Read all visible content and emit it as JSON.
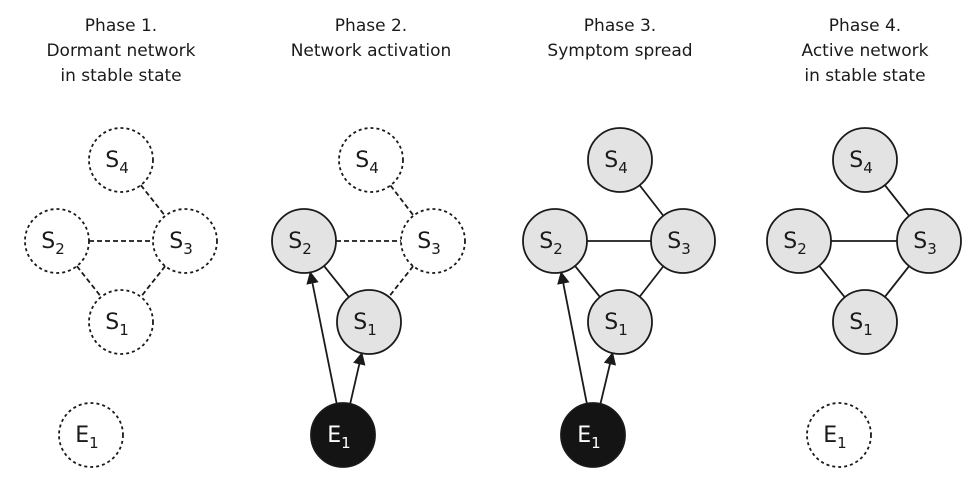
{
  "phases": [
    {
      "title_lines": [
        "Phase 1.",
        "Dormant network",
        "in stable state"
      ],
      "node_labels": {
        "S4": "S",
        "S4_sub": "4",
        "S2": "S",
        "S2_sub": "2",
        "S3": "S",
        "S3_sub": "3",
        "S1": "S",
        "S1_sub": "1",
        "E1": "E",
        "E1_sub": "1"
      },
      "node_states": {
        "S1": "dormant",
        "S2": "dormant",
        "S3": "dormant",
        "S4": "dormant",
        "E1": "dormant"
      },
      "edges": [
        {
          "from": "S2",
          "to": "S3",
          "style": "dashed"
        },
        {
          "from": "S4",
          "to": "S3",
          "style": "dashed"
        },
        {
          "from": "S2",
          "to": "S1",
          "style": "dashed"
        },
        {
          "from": "S3",
          "to": "S1",
          "style": "dashed"
        }
      ]
    },
    {
      "title_lines": [
        "Phase 2.",
        "Network activation"
      ],
      "node_labels": {
        "S4": "S",
        "S4_sub": "4",
        "S2": "S",
        "S2_sub": "2",
        "S3": "S",
        "S3_sub": "3",
        "S1": "S",
        "S1_sub": "1",
        "E1": "E",
        "E1_sub": "1"
      },
      "node_states": {
        "S1": "active",
        "S2": "active",
        "S3": "dormant",
        "S4": "dormant",
        "E1": "external"
      },
      "edges": [
        {
          "from": "S2",
          "to": "S3",
          "style": "dashed"
        },
        {
          "from": "S4",
          "to": "S3",
          "style": "dashed"
        },
        {
          "from": "S2",
          "to": "S1",
          "style": "solid"
        },
        {
          "from": "S3",
          "to": "S1",
          "style": "dashed"
        },
        {
          "from": "E1",
          "to": "S2",
          "style": "arrow"
        },
        {
          "from": "E1",
          "to": "S1",
          "style": "arrow"
        }
      ]
    },
    {
      "title_lines": [
        "Phase 3.",
        "Symptom spread"
      ],
      "node_labels": {
        "S4": "S",
        "S4_sub": "4",
        "S2": "S",
        "S2_sub": "2",
        "S3": "S",
        "S3_sub": "3",
        "S1": "S",
        "S1_sub": "1",
        "E1": "E",
        "E1_sub": "1"
      },
      "node_states": {
        "S1": "active",
        "S2": "active",
        "S3": "active",
        "S4": "active",
        "E1": "external"
      },
      "edges": [
        {
          "from": "S2",
          "to": "S3",
          "style": "solid"
        },
        {
          "from": "S4",
          "to": "S3",
          "style": "solid"
        },
        {
          "from": "S2",
          "to": "S1",
          "style": "solid"
        },
        {
          "from": "S3",
          "to": "S1",
          "style": "solid"
        },
        {
          "from": "E1",
          "to": "S2",
          "style": "arrow"
        },
        {
          "from": "E1",
          "to": "S1",
          "style": "arrow"
        }
      ]
    },
    {
      "title_lines": [
        "Phase 4.",
        "Active network",
        "in stable state"
      ],
      "node_labels": {
        "S4": "S",
        "S4_sub": "4",
        "S2": "S",
        "S2_sub": "2",
        "S3": "S",
        "S3_sub": "3",
        "S1": "S",
        "S1_sub": "1",
        "E1": "E",
        "E1_sub": "1"
      },
      "node_states": {
        "S1": "active",
        "S2": "active",
        "S3": "active",
        "S4": "active",
        "E1": "dormant"
      },
      "edges": [
        {
          "from": "S2",
          "to": "S3",
          "style": "solid"
        },
        {
          "from": "S4",
          "to": "S3",
          "style": "solid"
        },
        {
          "from": "S2",
          "to": "S1",
          "style": "solid"
        },
        {
          "from": "S3",
          "to": "S1",
          "style": "solid"
        }
      ]
    }
  ],
  "colors": {
    "active_fill": "#e3e3e3",
    "external_fill": "#141414",
    "stroke": "#1a1a1a",
    "dormant_fill": "#ffffff"
  }
}
